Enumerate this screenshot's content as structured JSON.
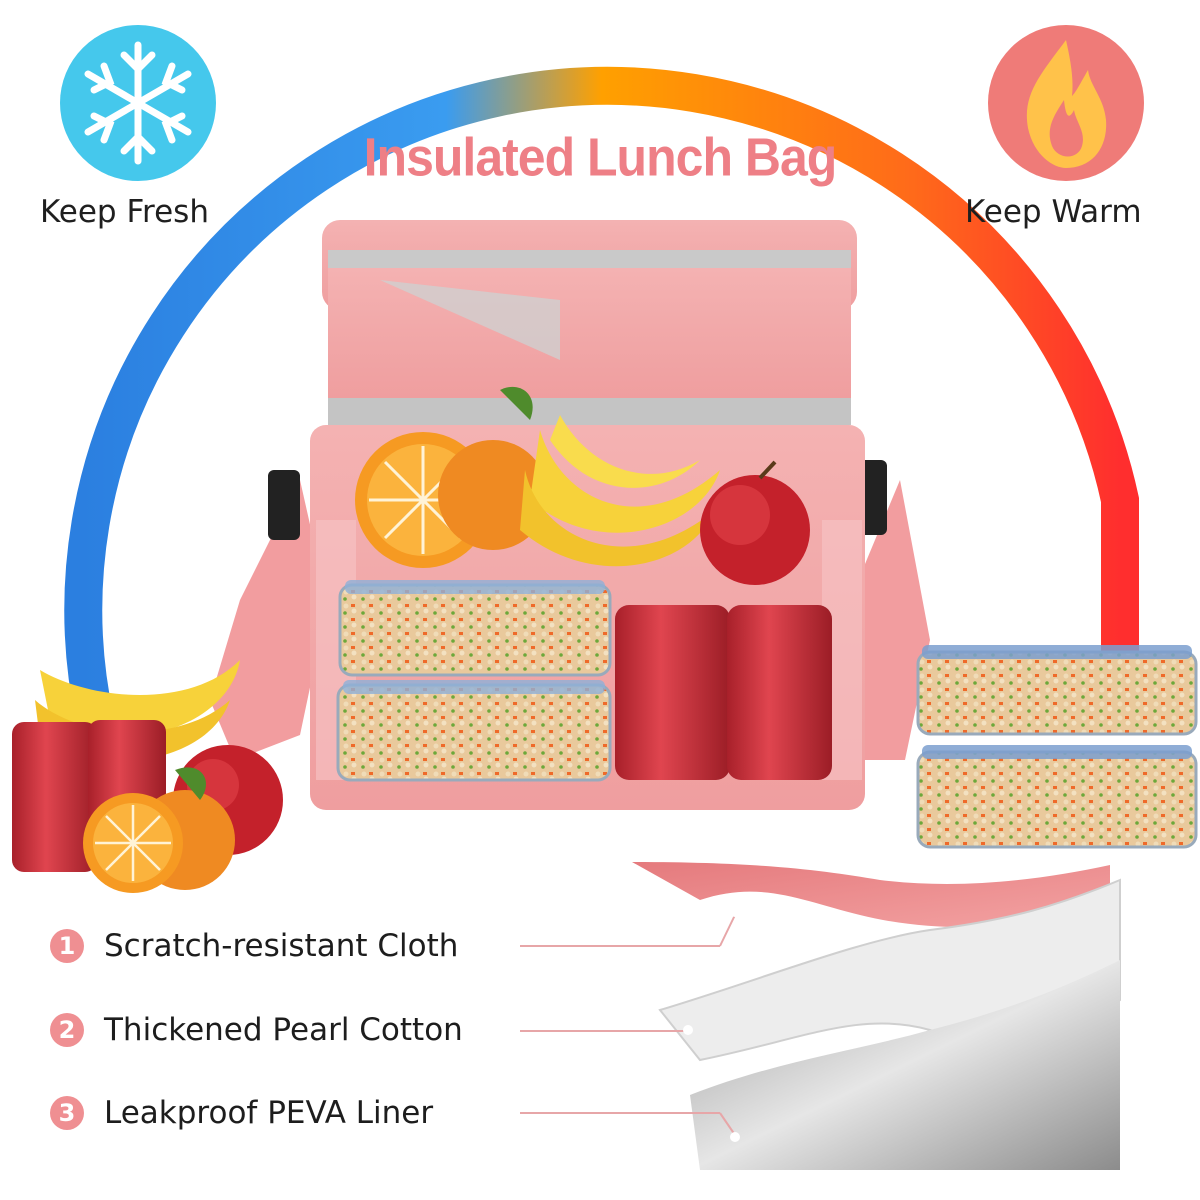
{
  "title": "Insulated Lunch Bag",
  "badges": {
    "cold": {
      "label": "Keep Fresh",
      "icon": "snowflake-icon",
      "color": "#45c8ec"
    },
    "warm": {
      "label": "Keep Warm",
      "icon": "flame-icon",
      "color": "#ef7b78"
    }
  },
  "features": [
    {
      "number": "1",
      "label": "Scratch-resistant Cloth"
    },
    {
      "number": "2",
      "label": "Thickened Pearl Cotton"
    },
    {
      "number": "3",
      "label": "Leakproof PEVA Liner"
    }
  ],
  "colors": {
    "title": "#ee7f86",
    "bag": "#f1a7a8",
    "arc_start": "#2b7fe0",
    "arc_mid": "#ffa000",
    "arc_end": "#ff3b2f"
  }
}
